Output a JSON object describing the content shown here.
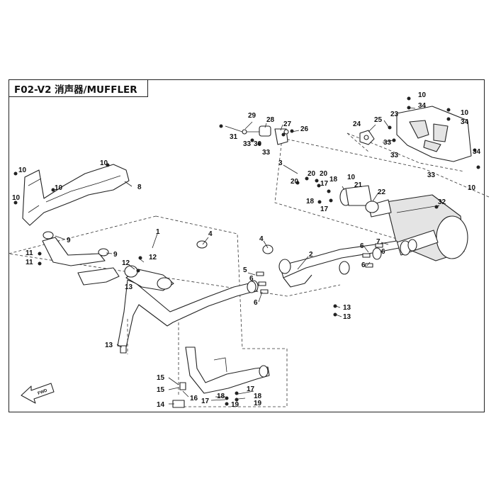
{
  "title": "F02-V2 消声器/MUFFLER",
  "fwd_label": "FWD",
  "callouts": [
    "1",
    "2",
    "3",
    "4",
    "5",
    "6",
    "6",
    "6",
    "6",
    "6",
    "7",
    "8",
    "9",
    "9",
    "10",
    "10",
    "10",
    "10",
    "10",
    "10",
    "10",
    "10",
    "11",
    "11",
    "12",
    "12",
    "13",
    "13",
    "13",
    "13",
    "14",
    "15",
    "15",
    "16",
    "17",
    "17",
    "17",
    "17",
    "18",
    "18",
    "18",
    "18",
    "19",
    "19",
    "20",
    "20",
    "20",
    "21",
    "22",
    "23",
    "24",
    "25",
    "26",
    "27",
    "28",
    "29",
    "30",
    "31",
    "32",
    "33",
    "33",
    "33",
    "33",
    "33",
    "34",
    "34",
    "34"
  ]
}
